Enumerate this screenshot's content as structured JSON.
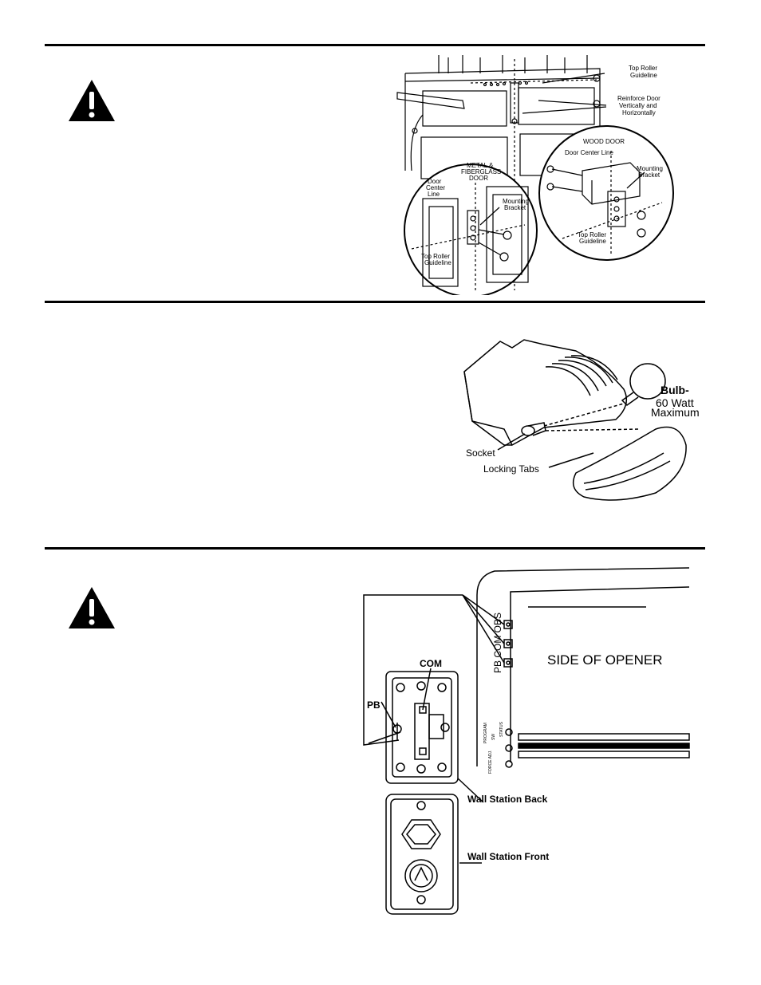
{
  "section1": {
    "labels": {
      "top_roller_guideline_a": "Top Roller",
      "top_roller_guideline_b": "Guideline",
      "reinforce_a": "Reinforce Door",
      "reinforce_b": "Vertically and",
      "reinforce_c": "Horizontally",
      "metal_a": "METAL &",
      "metal_b": "FIBERGLASS",
      "metal_c": "DOOR",
      "door_center_a": "Door",
      "door_center_b": "Center",
      "door_center_c": "Line",
      "mounting_bracket_a": "Mounting",
      "mounting_bracket_b": "Bracket",
      "metal_top_roller_a": "Top Roller",
      "metal_top_roller_b": "Guideline",
      "wood_door": "WOOD DOOR",
      "wood_center_line": "Door Center Line",
      "wood_mounting_a": "Mounting",
      "wood_mounting_b": "Bracket",
      "wood_top_roller_a": "Top Roller",
      "wood_top_roller_b": "Guideline"
    }
  },
  "section2": {
    "labels": {
      "bulb_a": "Bulb-",
      "bulb_b": "60 Watt",
      "bulb_c": "Maximum",
      "socket": "Socket",
      "locking_tabs": "Locking Tabs"
    }
  },
  "section3": {
    "labels": {
      "side_of_opener": "SIDE OF OPENER",
      "terminals": "PB COM OBS",
      "com": "COM",
      "pb": "PB",
      "wall_back": "Wall Station Back",
      "wall_front": "Wall Station Front",
      "program": "PROGRAM",
      "sw": "SW",
      "status": "STATUS",
      "force_adj": "FORCE ADJ."
    }
  }
}
